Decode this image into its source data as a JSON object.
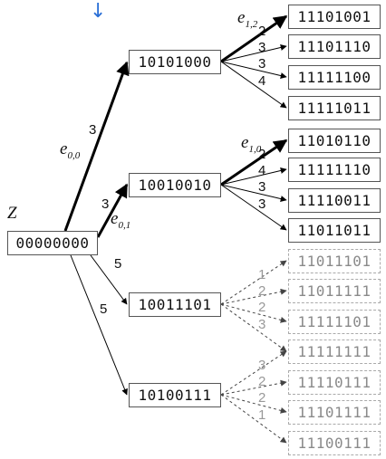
{
  "root": {
    "label": "Z",
    "code": "00000000"
  },
  "level1": [
    {
      "code": "10101000",
      "weight": "3",
      "edge": {
        "base": "e",
        "sub": "0,0"
      }
    },
    {
      "code": "10010010",
      "weight": "3",
      "edge": {
        "base": "e",
        "sub": "0,1"
      }
    },
    {
      "code": "10011101",
      "weight": "5"
    },
    {
      "code": "10100111",
      "weight": "5"
    }
  ],
  "level2": [
    {
      "code": "11101001",
      "weight": "2",
      "edge": {
        "base": "e",
        "sub": "1,2"
      }
    },
    {
      "code": "11101110",
      "weight": "3"
    },
    {
      "code": "11111100",
      "weight": "3"
    },
    {
      "code": "11111011",
      "weight": "4"
    },
    {
      "code": "11010110",
      "weight": "2",
      "edge": {
        "base": "e",
        "sub": "1,0"
      }
    },
    {
      "code": "11111110",
      "weight": "4"
    },
    {
      "code": "11110011",
      "weight": "3"
    },
    {
      "code": "11011011",
      "weight": "3"
    },
    {
      "code": "11011101",
      "weight": "1"
    },
    {
      "code": "11011111",
      "weight": "2"
    },
    {
      "code": "11111101",
      "weight": "2"
    },
    {
      "code": "11111111",
      "weight": "3"
    },
    {
      "code": "11111111",
      "weight": "3"
    },
    {
      "code": "11110111",
      "weight": "2"
    },
    {
      "code": "11101111",
      "weight": "2"
    },
    {
      "code": "11100111",
      "weight": "1"
    }
  ],
  "colors": {
    "accent_arrow": "#2a6fd6",
    "faded": "#999999"
  }
}
